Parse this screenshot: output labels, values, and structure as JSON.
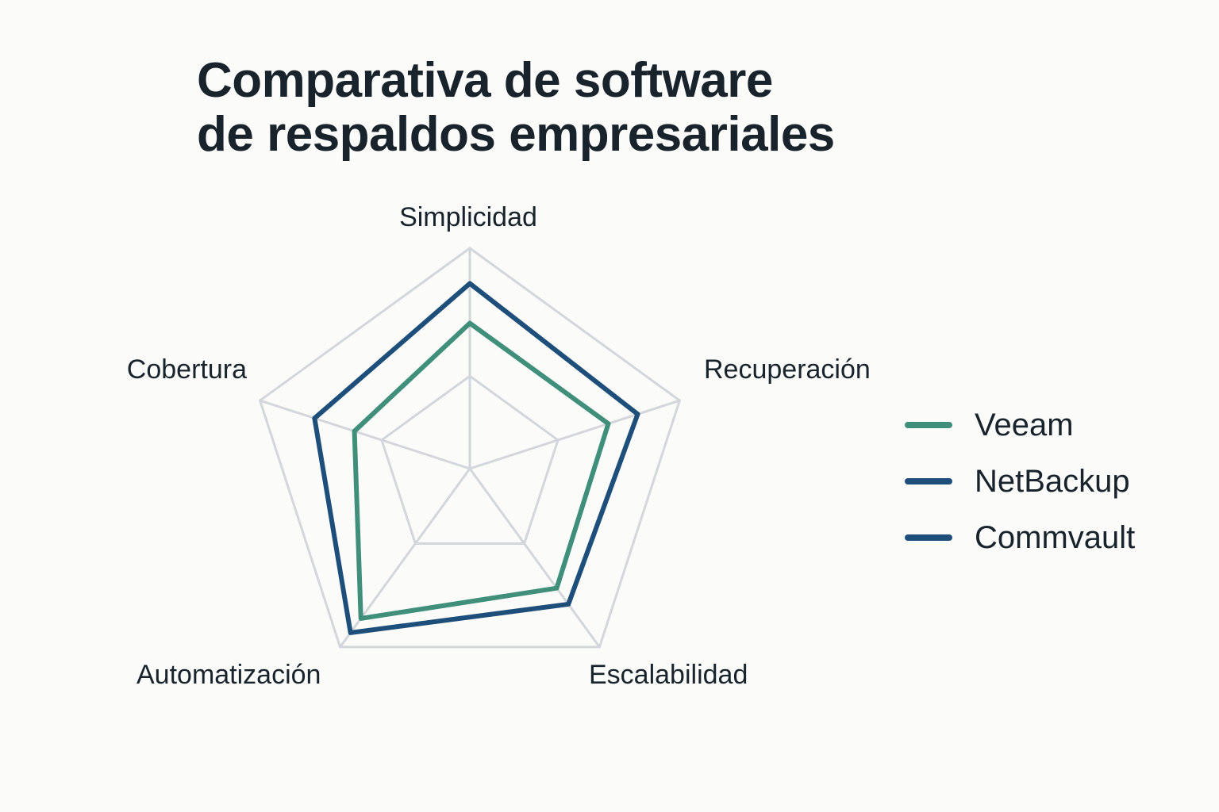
{
  "title": {
    "line1": "Comparativa de software",
    "line2": "de respaldos empresariales"
  },
  "colors": {
    "background": "#fbfbfa",
    "text": "#18232c",
    "grid": "#d3d6db",
    "veeam": "#3f8f7a",
    "netbackup": "#1e4f7a",
    "commvault": "#1e4f7a"
  },
  "legend": [
    {
      "label": "Veeam",
      "color": "#3f8f7a"
    },
    {
      "label": "NetBackup",
      "color": "#1e4f7a"
    },
    {
      "label": "Commvault",
      "color": "#1e4f7a"
    }
  ],
  "axes": [
    "Simplicidad",
    "Recuperación",
    "Escalabilidad",
    "Automatización",
    "Cobertura"
  ],
  "chart_data": {
    "type": "radar",
    "title": "Comparativa de software de respaldos empresariales",
    "categories": [
      "Simplicidad",
      "Recuperación",
      "Escalabilidad",
      "Automatización",
      "Cobertura"
    ],
    "range": [
      0,
      10
    ],
    "grid_rings": [
      4.2,
      10
    ],
    "legend_position": "right",
    "series": [
      {
        "name": "Veeam",
        "color": "#3f8f7a",
        "values": [
          6.6,
          6.6,
          6.7,
          8.4,
          5.5
        ]
      },
      {
        "name": "NetBackup",
        "color": "#1e4f7a",
        "values": [
          8.4,
          8.0,
          7.6,
          9.2,
          7.4
        ]
      },
      {
        "name": "Commvault",
        "color": "#1e4f7a",
        "values": [
          8.4,
          8.0,
          7.6,
          9.2,
          7.4
        ]
      }
    ],
    "note": "NetBackup and Commvault share the same color; only two distinct polygons are drawn, with line colors crossing at the Automatización vertex."
  }
}
